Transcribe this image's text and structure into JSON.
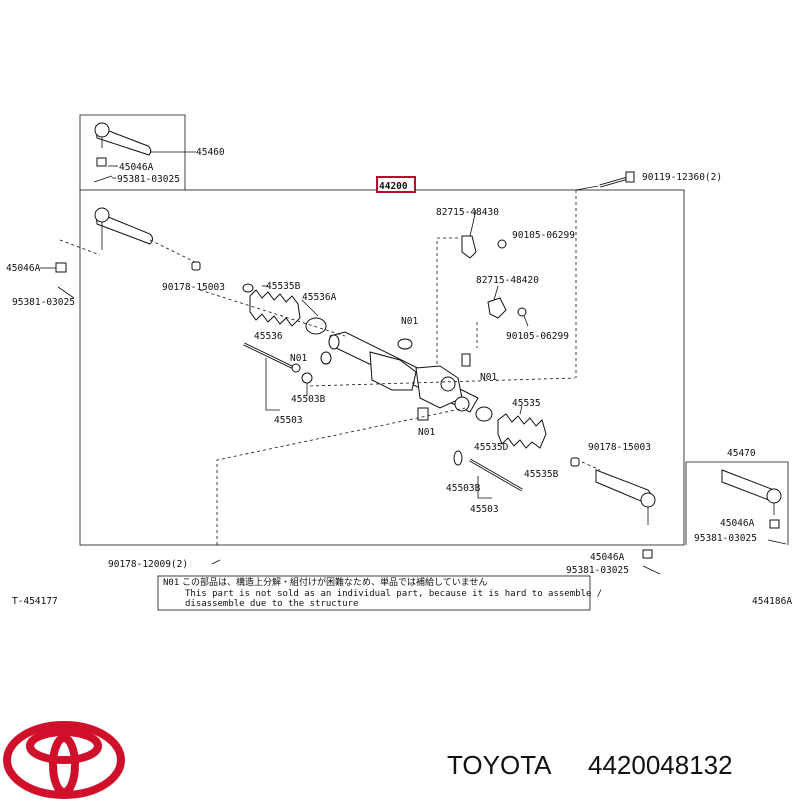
{
  "diagram": {
    "main_part_number": "44200",
    "highlight_color": "#b0102a",
    "labels": {
      "tie_rod_end_top": "45460",
      "nut_top": "45046A",
      "pin_top": "95381-03025",
      "bolt_top_right": "90119-12360(2)",
      "bracket_1": "82715-48430",
      "bolt_1": "90105-06299",
      "bracket_2": "82715-48420",
      "bolt_2": "90105-06299",
      "nut_left": "45046A",
      "pin_left": "95381-03025",
      "clip_left": "90178-15003",
      "clamp_left": "45535B",
      "clamp_left_a": "45536A",
      "boot_left": "45536",
      "n01_a": "N01",
      "n01_b": "N01",
      "n01_c": "N01",
      "n01_d": "N01",
      "rod_left_b": "45503B",
      "rod_left": "45503",
      "boot_right": "45535",
      "clamp_right_d": "45535D",
      "clamp_right_b": "45535B",
      "clip_right": "90178-15003",
      "rod_right_b": "45503B",
      "rod_right": "45503",
      "tie_rod_end_right": "45470",
      "nut_right_box": "45046A",
      "pin_right_box": "95381-03025",
      "bolt_bottom": "90178-12009(2)",
      "nut_bottom": "45046A",
      "pin_bottom": "95381-03025"
    },
    "note": {
      "tag": "N01",
      "line1": "この部品は、構造上分解・組付けが困難なため、単品では補給していません",
      "line2": "This part is not sold as an individual part, because it is hard to assemble /",
      "line3": "disassemble due to the structure"
    },
    "ref_left": "T-454177",
    "ref_right": "454186A"
  },
  "brand": {
    "name": "TOYOTA",
    "part_number": "4420048132",
    "logo_color": "#d0102a"
  }
}
